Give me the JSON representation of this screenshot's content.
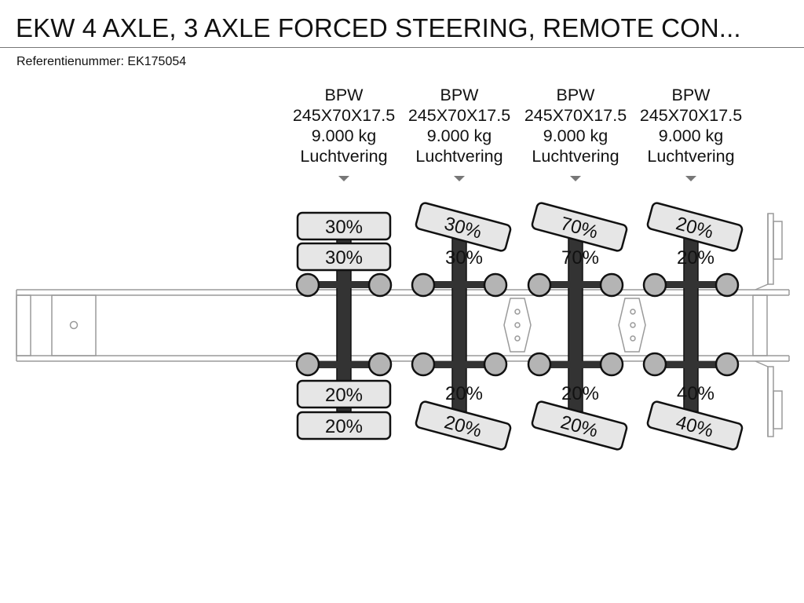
{
  "header": {
    "title": "EKW 4 AXLE, 3 AXLE FORCED STEERING, REMOTE CON...",
    "reference_label": "Referentienummer:",
    "reference_value": "EK175054"
  },
  "axles": [
    {
      "brand": "BPW",
      "tire": "245X70X17.5",
      "load": "9.000 kg",
      "suspension": "Luchtvering",
      "steering": false,
      "tread": {
        "left_outer": "30%",
        "left_inner": "30%",
        "right_inner": "20%",
        "right_outer": "20%"
      }
    },
    {
      "brand": "BPW",
      "tire": "245X70X17.5",
      "load": "9.000 kg",
      "suspension": "Luchtvering",
      "steering": true,
      "tread": {
        "left_outer": "30%",
        "left_inner": "30%",
        "right_inner": "20%",
        "right_outer": "20%"
      }
    },
    {
      "brand": "BPW",
      "tire": "245X70X17.5",
      "load": "9.000 kg",
      "suspension": "Luchtvering",
      "steering": true,
      "tread": {
        "left_outer": "70%",
        "left_inner": "70%",
        "right_inner": "20%",
        "right_outer": "20%"
      }
    },
    {
      "brand": "BPW",
      "tire": "245X70X17.5",
      "load": "9.000 kg",
      "suspension": "Luchtvering",
      "steering": true,
      "tread": {
        "left_outer": "20%",
        "left_inner": "20%",
        "right_inner": "40%",
        "right_outer": "40%"
      }
    }
  ],
  "colors": {
    "frame_line": "#9a9a9a",
    "tire_fill": "#e6e6e6",
    "tire_stroke": "#111111",
    "axle_beam": "#333333",
    "hub_fill": "#b4b4b4",
    "marker": "#777777"
  }
}
